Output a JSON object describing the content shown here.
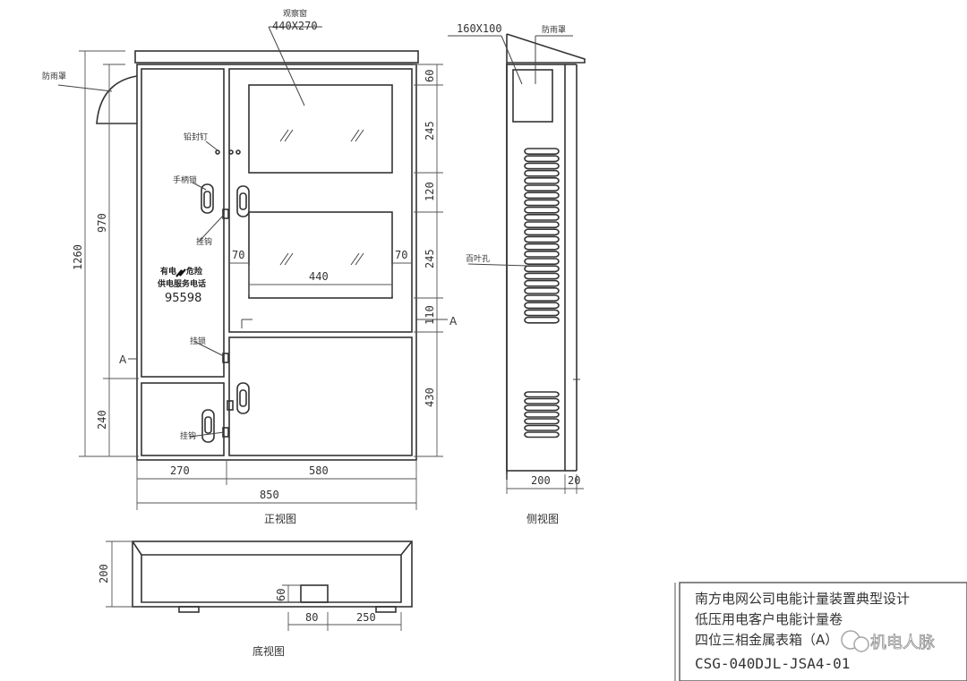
{
  "front": {
    "window_label": "观察窗",
    "window_size": "440X270",
    "rain_hood": "防雨罩",
    "seal_nail": "铅封钉",
    "handle": "手柄锁",
    "hinge": "挂钩",
    "hinge_lower": "挂钩",
    "latch": "挂锁",
    "warning_a": "有电",
    "warning_b": "危险",
    "service_line": "供电服务电话",
    "phone": "95598",
    "section_mark": "A",
    "dims": {
      "h_total": "1260",
      "h_upper": "970",
      "h_lower": "240",
      "r_60": "60",
      "r_245a": "245",
      "r_120": "120",
      "r_245b": "245",
      "r_110": "110",
      "r_430": "430",
      "w_270": "270",
      "w_580": "580",
      "w_850": "850",
      "inner_70_left": "70",
      "inner_70_right": "70",
      "inner_440": "440"
    },
    "view_title": "正视图"
  },
  "side": {
    "window_size": "160X100",
    "rain_hood": "防雨罩",
    "louver": "百叶孔",
    "dims": {
      "depth": "200",
      "lip": "20"
    },
    "view_title": "侧视图"
  },
  "bottom": {
    "dims": {
      "h": "200",
      "hole_h": "60",
      "hole_w": "80",
      "offset": "250"
    },
    "view_title": "底视图"
  },
  "title_block": {
    "line1": "南方电网公司电能计量装置典型设计",
    "line2": "低压用电客户电能计量卷",
    "line3": "四位三相金属表箱（A）",
    "line4": "CSG-040DJL-JSA4-01"
  },
  "watermark": "机电人脉"
}
